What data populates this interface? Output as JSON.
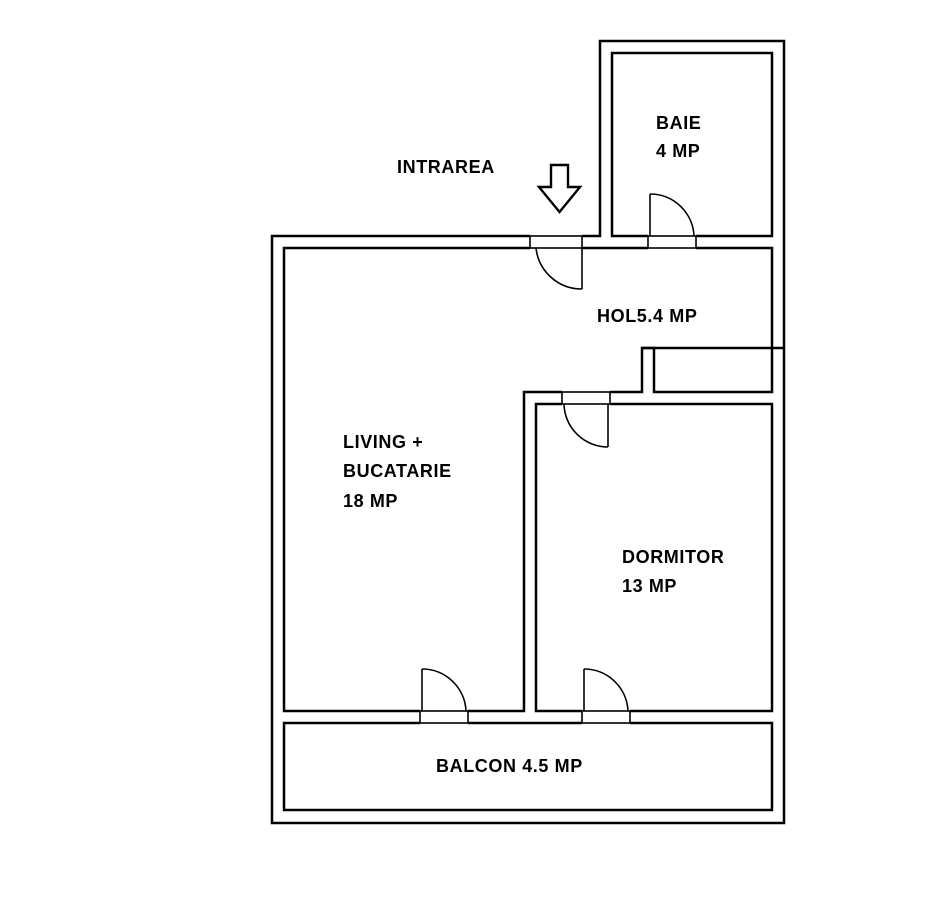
{
  "entrance_label": "INTRAREA",
  "rooms": {
    "baie": {
      "name": "BAIE",
      "area": "4 MP"
    },
    "hol": {
      "label": "HOL5.4 MP"
    },
    "living": {
      "line1": "LIVING +",
      "line2": "BUCATARIE",
      "area": "18 MP"
    },
    "dormitor": {
      "name": "DORMITOR",
      "area": "13 MP"
    },
    "balcon": {
      "label": "BALCON 4.5 MP"
    }
  },
  "icons": {
    "entrance_arrow": "down-arrow-icon",
    "door": "door-swing-icon"
  }
}
